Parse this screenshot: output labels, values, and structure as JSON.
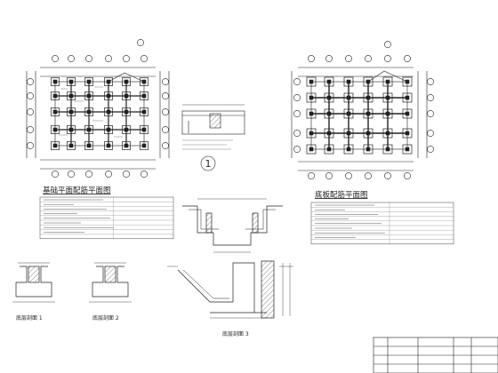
{
  "drawing": {
    "left_plan_title": "基础平面配筋平面图",
    "right_plan_title": "底板配筋平面图",
    "detail_marker": "1",
    "section_labels": {
      "s1": "底层剖面 1",
      "s2": "底层剖面 2",
      "s3": "底层剖面 3"
    }
  }
}
